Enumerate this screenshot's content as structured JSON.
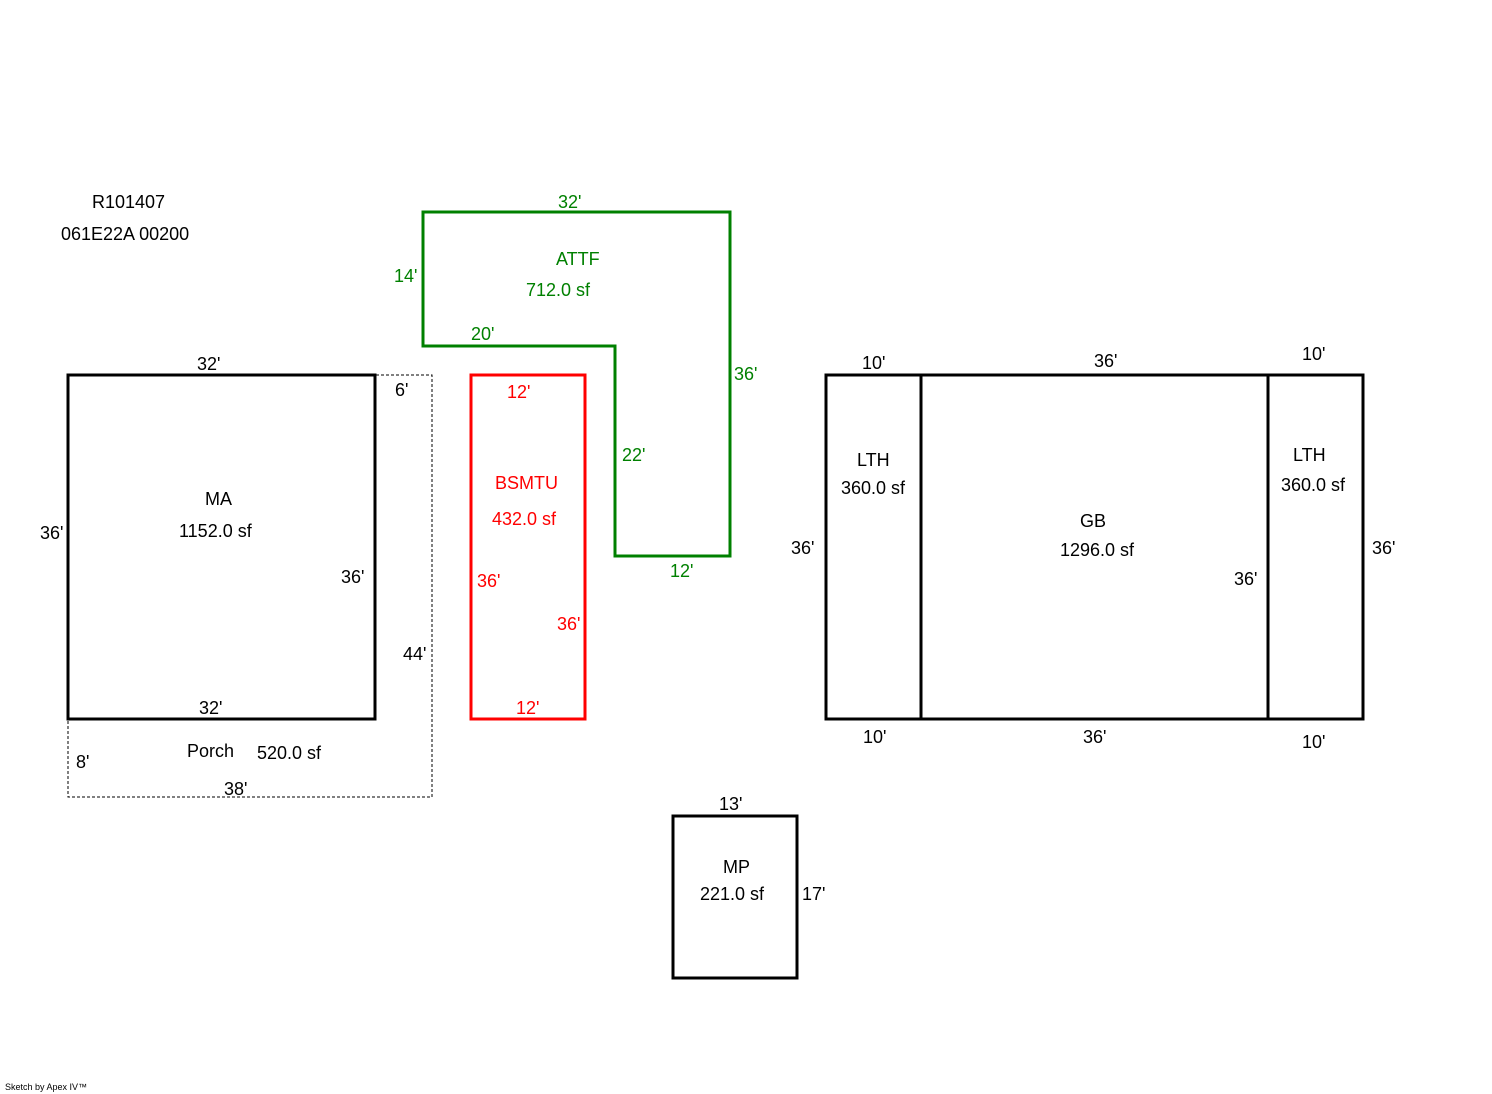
{
  "header": {
    "parcel_id": "R101407",
    "map_number": "061E22A 00200"
  },
  "colors": {
    "default": "#000000",
    "attf": "#008000",
    "bsmtu": "#ff0000"
  },
  "areas": {
    "ma": {
      "label": "MA",
      "area": "1152.0 sf",
      "dim_top": "32'",
      "dim_left": "36'",
      "dim_right": "36'",
      "dim_bottom": "32'"
    },
    "porch": {
      "label": "Porch",
      "area": "520.0 sf",
      "dim_top": "6'",
      "dim_right": "44'",
      "dim_left": "8'",
      "dim_bottom": "38'"
    },
    "bsmtu": {
      "label": "BSMTU",
      "area": "432.0 sf",
      "dim_top": "12'",
      "dim_left": "36'",
      "dim_right": "36'",
      "dim_bottom": "12'"
    },
    "attf": {
      "label": "ATTF",
      "area": "712.0 sf",
      "dim_top": "32'",
      "dim_left": "14'",
      "dim_inner_h": "20'",
      "dim_inner_v": "22'",
      "dim_right": "36'",
      "dim_bottom": "12'"
    },
    "lth_left": {
      "label": "LTH",
      "area": "360.0 sf",
      "dim_top": "10'",
      "dim_bottom": "10'",
      "dim_left": "36'"
    },
    "gb": {
      "label": "GB",
      "area": "1296.0 sf",
      "dim_top": "36'",
      "dim_bottom": "36'",
      "dim_right": "36'"
    },
    "lth_right": {
      "label": "LTH",
      "area": "360.0 sf",
      "dim_top": "10'",
      "dim_bottom": "10'",
      "dim_right": "36'"
    },
    "mp": {
      "label": "MP",
      "area": "221.0 sf",
      "dim_top": "13'",
      "dim_right": "17'"
    }
  },
  "footer": {
    "credit": "Sketch by Apex IV™"
  }
}
